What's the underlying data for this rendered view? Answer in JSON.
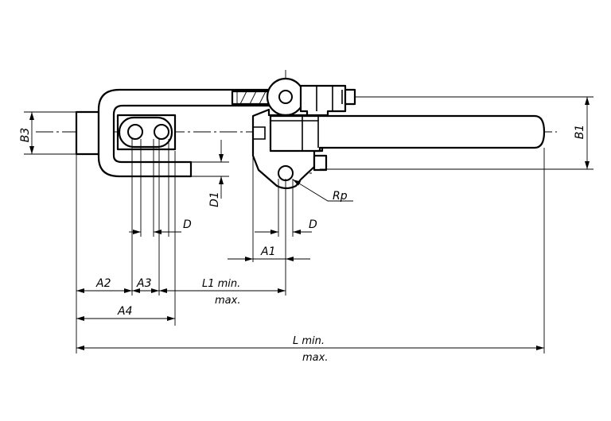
{
  "labels": {
    "B3": "B3",
    "B1": "B1",
    "D1": "D1",
    "Rp": "Rp",
    "D_left": "D",
    "D_right": "D",
    "A1": "A1",
    "A2": "A2",
    "A3": "A3",
    "A4": "A4",
    "L1_min": "L1 min.",
    "L1_max": "max.",
    "L_min": "L min.",
    "L_max": "max."
  }
}
